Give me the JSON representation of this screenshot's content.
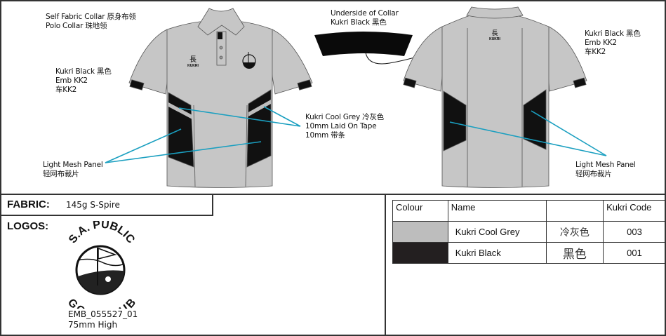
{
  "colors": {
    "cool_grey": "#bdbdbd",
    "black": "#231f20",
    "leader": "#1a9fc0",
    "shirt": "#c6c6c6"
  },
  "labels": {
    "collar": [
      "Self Fabric Collar  原身布领",
      "Polo Collar  珠地领"
    ],
    "front_emb": [
      "Kukri Black  黑色",
      "Emb KK2",
      "车KK2"
    ],
    "under_collar": [
      "Underside of Collar",
      "Kukri Black  黑色"
    ],
    "back_emb": [
      "Kukri Black  黑色",
      "Emb KK2",
      "车KK2"
    ],
    "tape": [
      "Kukri Cool Grey    冷灰色",
      "10mm Laid On Tape",
      "10mm 带条"
    ],
    "mesh_front": [
      "Light Mesh Panel",
      "轻网布裁片"
    ],
    "mesh_back": [
      "Light Mesh Panel",
      "轻网布裁片"
    ]
  },
  "shirt_logo_text": "KUKRI",
  "fabric": {
    "label": "FABRIC:",
    "value": "145g S-Spire"
  },
  "logos": {
    "label": "LOGOS:",
    "logo_top_text": "S.A. PUBLIC",
    "logo_bottom_text": "GOLF CLUB",
    "code": "EMB_055527_01",
    "size": "75mm High"
  },
  "colour_table": {
    "headers": [
      "Colour",
      "Name",
      "",
      "Kukri Code"
    ],
    "rows": [
      {
        "swatch": "#bdbdbd",
        "name": "Kukri Cool Grey",
        "chinese": "冷灰色",
        "code": "003"
      },
      {
        "swatch": "#231f20",
        "name": "Kukri Black",
        "chinese": "黑色",
        "code": "001"
      }
    ]
  }
}
